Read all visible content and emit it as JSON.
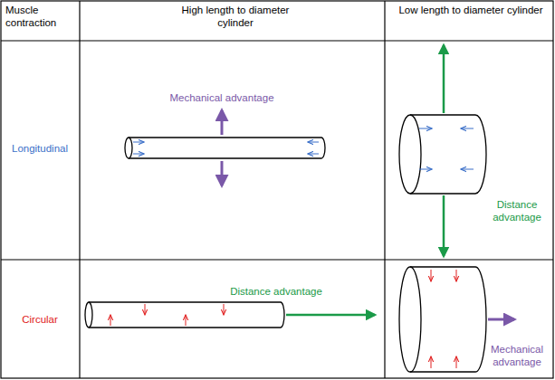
{
  "diagram": {
    "labels": [
      "Muscle contraction",
      "High length to diameter cylinder",
      "Low length to diameter cylinder",
      "Longitudinal",
      "Mechanical advantage",
      "Distance advantage",
      "Circular",
      "Distance advantage",
      "Mechanical advantage"
    ]
  }
}
